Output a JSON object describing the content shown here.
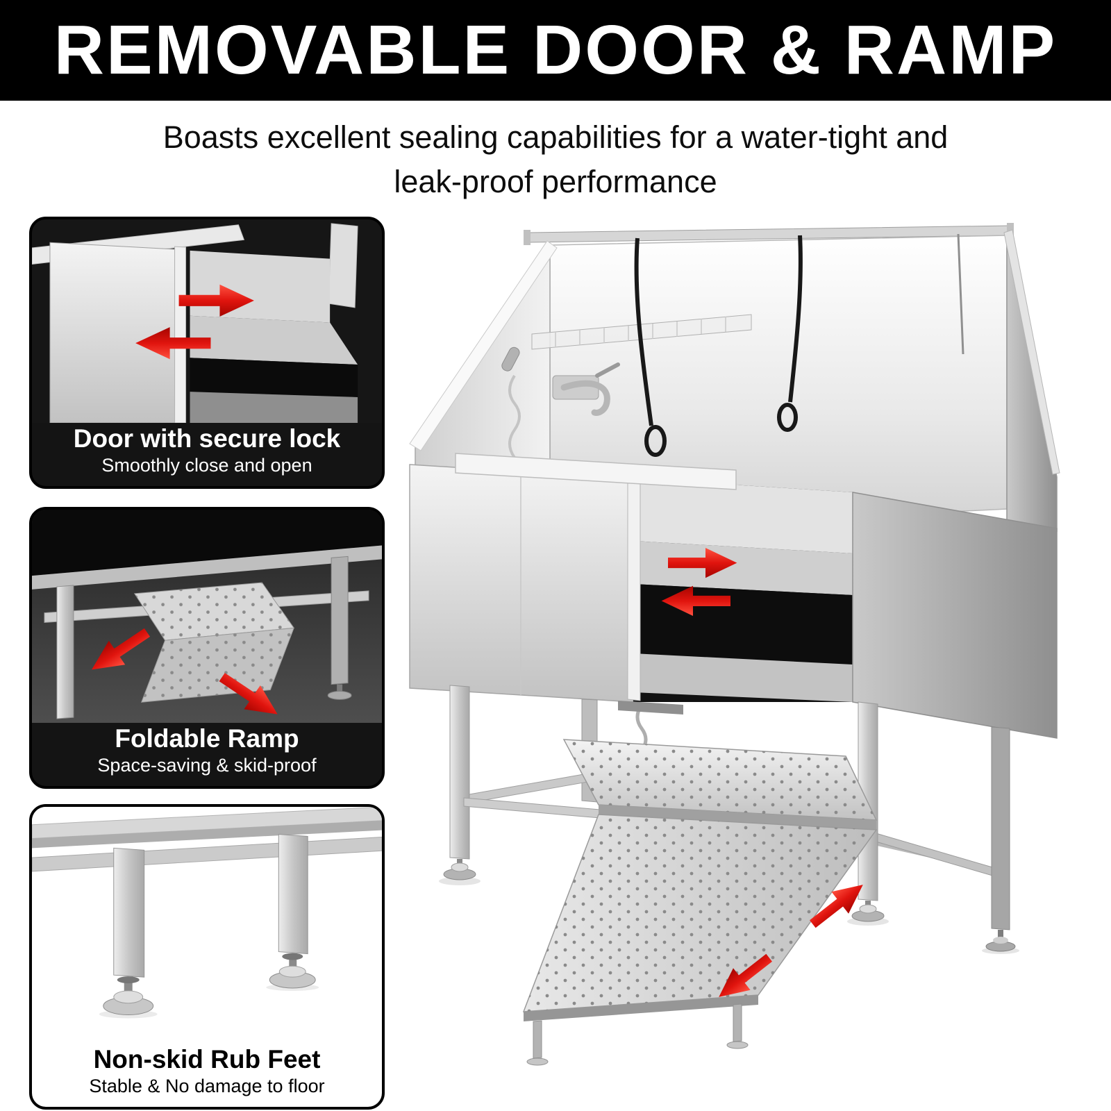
{
  "header": {
    "title": "REMOVABLE DOOR & RAMP"
  },
  "subtitle": {
    "line1": "Boasts excellent sealing capabilities for a water-tight and",
    "line2": "leak-proof performance"
  },
  "callouts": [
    {
      "title": "Door with secure lock",
      "subtitle": "Smoothly close and open"
    },
    {
      "title": "Foldable Ramp",
      "subtitle": "Space-saving & skid-proof"
    },
    {
      "title": "Non-skid Rub Feet",
      "subtitle": "Stable & No damage to floor"
    }
  ],
  "icons": {
    "red_arrow": "red-directional-arrow"
  },
  "colors": {
    "banner_bg": "#000000",
    "banner_text": "#ffffff",
    "body_text": "#0d0d0d",
    "accent_red": "#e0140e",
    "steel_light": "#ececec",
    "steel_dark": "#8f8f8f"
  }
}
